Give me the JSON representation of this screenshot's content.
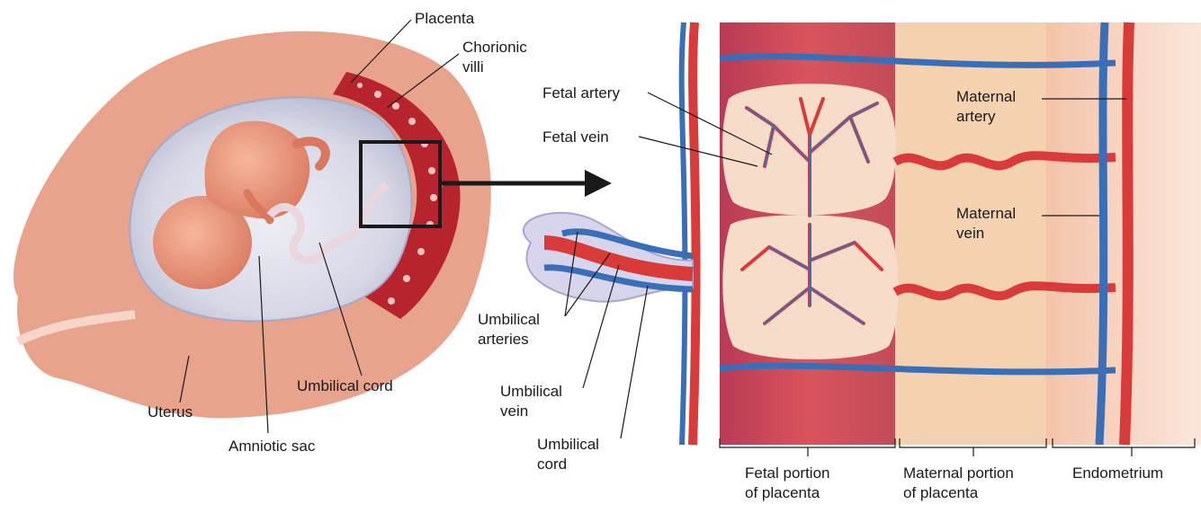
{
  "left_panel": {
    "labels": {
      "placenta": "Placenta",
      "chorionic_villi_1": "Chorionic",
      "chorionic_villi_2": "villi",
      "uterus": "Uterus",
      "amniotic_sac": "Amniotic sac",
      "umbilical_cord": "Umbilical cord"
    }
  },
  "right_panel": {
    "labels": {
      "fetal_artery": "Fetal artery",
      "fetal_vein": "Fetal vein",
      "maternal_artery_1": "Maternal",
      "maternal_artery_2": "artery",
      "maternal_vein_1": "Maternal",
      "maternal_vein_2": "vein",
      "umbilical_arteries_1": "Umbilical",
      "umbilical_arteries_2": "arteries",
      "umbilical_vein_1": "Umbilical",
      "umbilical_vein_2": "vein",
      "umbilical_cord_1": "Umbilical",
      "umbilical_cord_2": "cord"
    },
    "regions": {
      "fetal_1": "Fetal portion",
      "fetal_2": "of placenta",
      "maternal_1": "Maternal portion",
      "maternal_2": "of placenta",
      "endometrium": "Endometrium"
    }
  },
  "colors": {
    "uterus": "#e9a58e",
    "placenta_red": "#b8242d",
    "artery_red": "#d93a3a",
    "vein_blue": "#3a6fb7",
    "maternal_tissue": "#f4d2b0",
    "fetal_tissue": "#c54050",
    "endometrium": "#f7c7b4",
    "amniotic_sac": "#d9dbe8"
  }
}
